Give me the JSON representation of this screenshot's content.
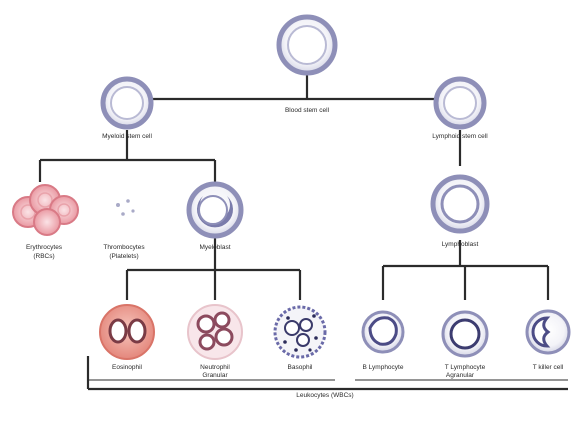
{
  "diagram": {
    "stem": "Blood stem cell",
    "myeloid_stem": "Myeloid stem cell",
    "lymphoid_stem": "Lymphoid stem cell",
    "erythrocytes": "Erythrocytes",
    "erythrocytes_sub": "(RBCs)",
    "thrombocytes": "Thrombocytes",
    "thrombocytes_sub": "(Platelets)",
    "myeloblast": "Myeloblast",
    "lymphoblast": "Lymphoblast",
    "eosinophil": "Eosinophil",
    "neutrophil": "Neutrophil",
    "basophil": "Basophil",
    "b_lymphocyte": "B Lymphocyte",
    "t_lymphocyte": "T Lymphocyte",
    "nk_cell": "T killer cell",
    "granular": "Granular",
    "agranular": "Agranular",
    "leukocytes": "Leukocytes (WBCs)"
  },
  "colors": {
    "line": "#2b2b2b",
    "cell_ring": "#8e8fb8",
    "rbc": "#e58f98",
    "eosinophil": "#e9897f",
    "neutrophil": "#d27f8c",
    "basophil": "#6a6aa8"
  }
}
